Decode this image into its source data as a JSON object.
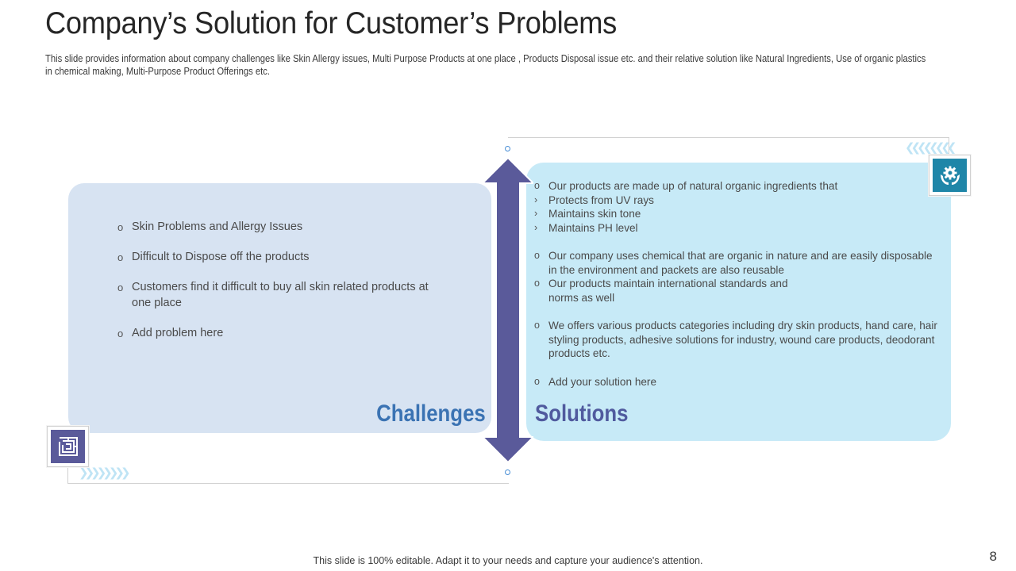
{
  "slide": {
    "title": "Company’s Solution for Customer’s Problems",
    "subtitle": "This slide provides information about company challenges like Skin Allergy issues, Multi Purpose Products at one place , Products Disposal issue etc. and their relative solution like Natural Ingredients, Use of organic plastics in chemical making, Multi-Purpose Product Offerings etc.",
    "footer": "This slide is 100% editable. Adapt it to your needs and capture your audience's attention.",
    "page_number": "8"
  },
  "challenges": {
    "heading": "Challenges",
    "icon": "maze-icon",
    "items": [
      "Skin Problems and Allergy Issues",
      "Difficult to Dispose off the products",
      "Customers find it difficult to buy all skin related products at one place",
      "Add problem here"
    ]
  },
  "solutions": {
    "heading": "Solutions",
    "icon": "gear-in-hands-icon",
    "lines": [
      {
        "marker": "o",
        "text": "Our products are made up of natural organic ingredients that"
      },
      {
        "marker": "›",
        "text": "Protects from UV rays"
      },
      {
        "marker": "›",
        "text": "Maintains skin tone"
      },
      {
        "marker": "›",
        "text": "Maintains PH level"
      },
      {
        "marker": "o",
        "text": "Our company uses chemical that are organic in nature and are easily disposable in the environment and packets are also reusable"
      },
      {
        "marker": "o",
        "text": "Our products maintain international standards and norms as well"
      },
      {
        "marker": "o",
        "text": "We offers various products categories including dry skin products, hand care, hair styling products, adhesive solutions for industry, wound care products, deodorant products etc."
      },
      {
        "marker": "o",
        "text": "Add your solution here"
      }
    ]
  },
  "colors": {
    "challenges_box": "#d7e3f2",
    "solutions_box": "#c7eaf7",
    "arrow": "#5a5a9a",
    "challenges_heading": "#3b73b3",
    "solutions_heading": "#505a9e",
    "icon_tile_left": "#5a5a9a",
    "icon_tile_right": "#1f86a8"
  }
}
